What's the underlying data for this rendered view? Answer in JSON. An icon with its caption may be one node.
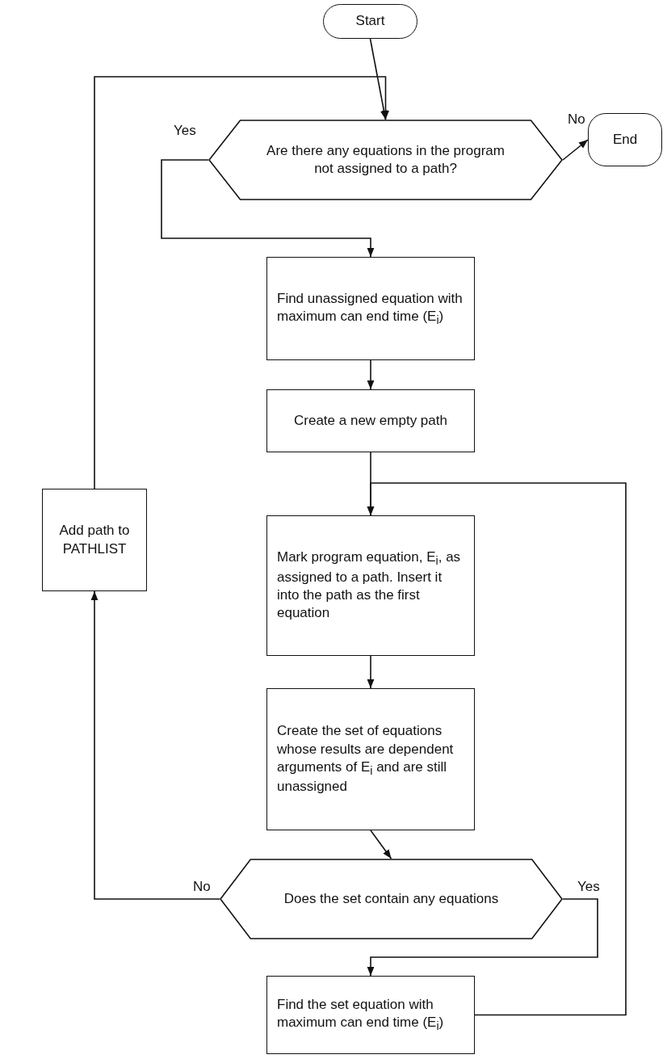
{
  "diagram": {
    "nodes": [
      {
        "text": [
          "Start"
        ]
      },
      {
        "text": [
          "Are there any equations in the program not assigned to a path?"
        ]
      },
      {
        "text": [
          "End"
        ]
      },
      {
        "text": [
          "Find unassigned equation with maximum can end time (E$_{i}$)"
        ]
      },
      {
        "text": [
          "Create a new empty path"
        ]
      },
      {
        "text": [
          "Add path to PATHLIST"
        ]
      },
      {
        "text": [
          "Mark program equation, E$_{i}$, as assigned to a path. Insert it into the path as the first equation"
        ]
      },
      {
        "text": [
          "Create the set of equations whose results are dependent arguments of E$_{i}$ and are still unassigned"
        ]
      },
      {
        "text": [
          "Does the set contain any equations"
        ]
      },
      {
        "text": [
          "Find the set equation with maximum can end time (E$_{i}$)"
        ]
      }
    ],
    "edges": [
      {
        "from": 0,
        "to": 1,
        "arrow": "to"
      },
      {
        "from": 1,
        "to": 2,
        "arrow": "to",
        "label": "No"
      },
      {
        "from": 1,
        "to": 3,
        "arrow": "to",
        "label": "Yes"
      },
      {
        "from": 3,
        "to": 4,
        "arrow": "to"
      },
      {
        "from": 4,
        "to": 6,
        "arrow": "to"
      },
      {
        "from": 6,
        "to": 7,
        "arrow": "to"
      },
      {
        "from": 7,
        "to": 8,
        "arrow": "to"
      },
      {
        "from": 8,
        "to": 5,
        "arrow": "to",
        "label": "No"
      },
      {
        "from": 8,
        "to": 9,
        "arrow": "to",
        "label": "Yes"
      },
      {
        "from": 9,
        "to": 6,
        "arrow": "to"
      },
      {
        "from": 5,
        "to": 1,
        "arrow": "to"
      }
    ]
  }
}
